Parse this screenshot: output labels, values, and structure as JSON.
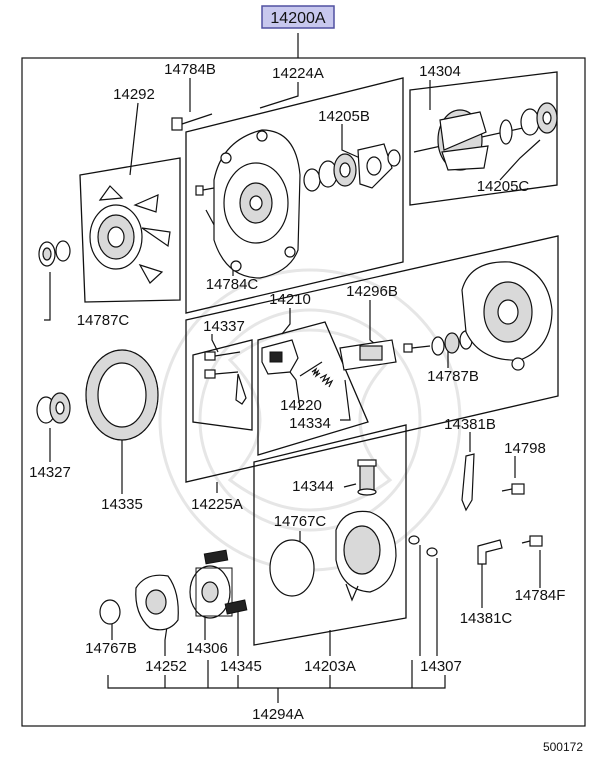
{
  "diagram": {
    "main_part": "14200A",
    "drawing_number": "500172",
    "labels": {
      "l14784B": "14784B",
      "l14224A": "14224A",
      "l14304": "14304",
      "l14292": "14292",
      "l14205B": "14205B",
      "l14205C": "14205C",
      "l14784C": "14784C",
      "l14787C": "14787C",
      "l14210": "14210",
      "l14296B": "14296B",
      "l14337": "14337",
      "l14787B": "14787B",
      "l14220": "14220",
      "l14334": "14334",
      "l14381B": "14381B",
      "l14798": "14798",
      "l14327": "14327",
      "l14335": "14335",
      "l14225A": "14225A",
      "l14344": "14344",
      "l14767C": "14767C",
      "l14784F": "14784F",
      "l14381C": "14381C",
      "l14767B": "14767B",
      "l14306": "14306",
      "l14252": "14252",
      "l14345": "14345",
      "l14203A": "14203A",
      "l14307": "14307",
      "l14294A": "14294A"
    },
    "colors": {
      "highlight_fill": "#c8c8ee",
      "highlight_border": "#5050a0",
      "line": "#111111"
    }
  }
}
